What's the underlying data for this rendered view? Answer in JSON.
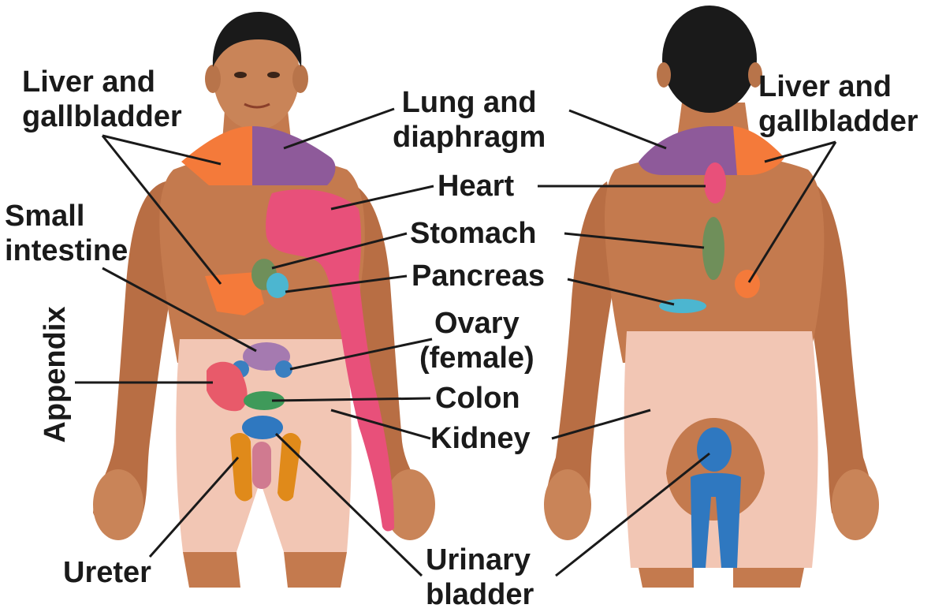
{
  "labels": {
    "liver_front": [
      "Liver and",
      "gallbladder"
    ],
    "lung": [
      "Lung and",
      "diaphragm"
    ],
    "heart": "Heart",
    "small_intestine": [
      "Small",
      "intestine"
    ],
    "stomach": "Stomach",
    "pancreas": "Pancreas",
    "appendix": "Appendix",
    "ovary": [
      "Ovary",
      "(female)"
    ],
    "colon": "Colon",
    "kidney": "Kidney",
    "ureter": "Ureter",
    "urinary_bladder": [
      "Urinary",
      "bladder"
    ],
    "liver_back": [
      "Liver and",
      "gallbladder"
    ]
  },
  "region_colors": {
    "liver_gallbladder": "#f47a3a",
    "lung_diaphragm": "#8e5a9a",
    "heart": "#e8507a",
    "stomach": "#6f8f5a",
    "pancreas": "#4cb6d0",
    "small_intestine": "#a57ab0",
    "appendix": "#e85a6a",
    "ovary": "#3a7fc0",
    "colon": "#3f9a5a",
    "kidney": "#f2c2b0",
    "ureter": "#e08a1a",
    "urinary_bladder": "#2f78c0",
    "skin": "#c47a4e",
    "hair": "#1a1a1a"
  }
}
